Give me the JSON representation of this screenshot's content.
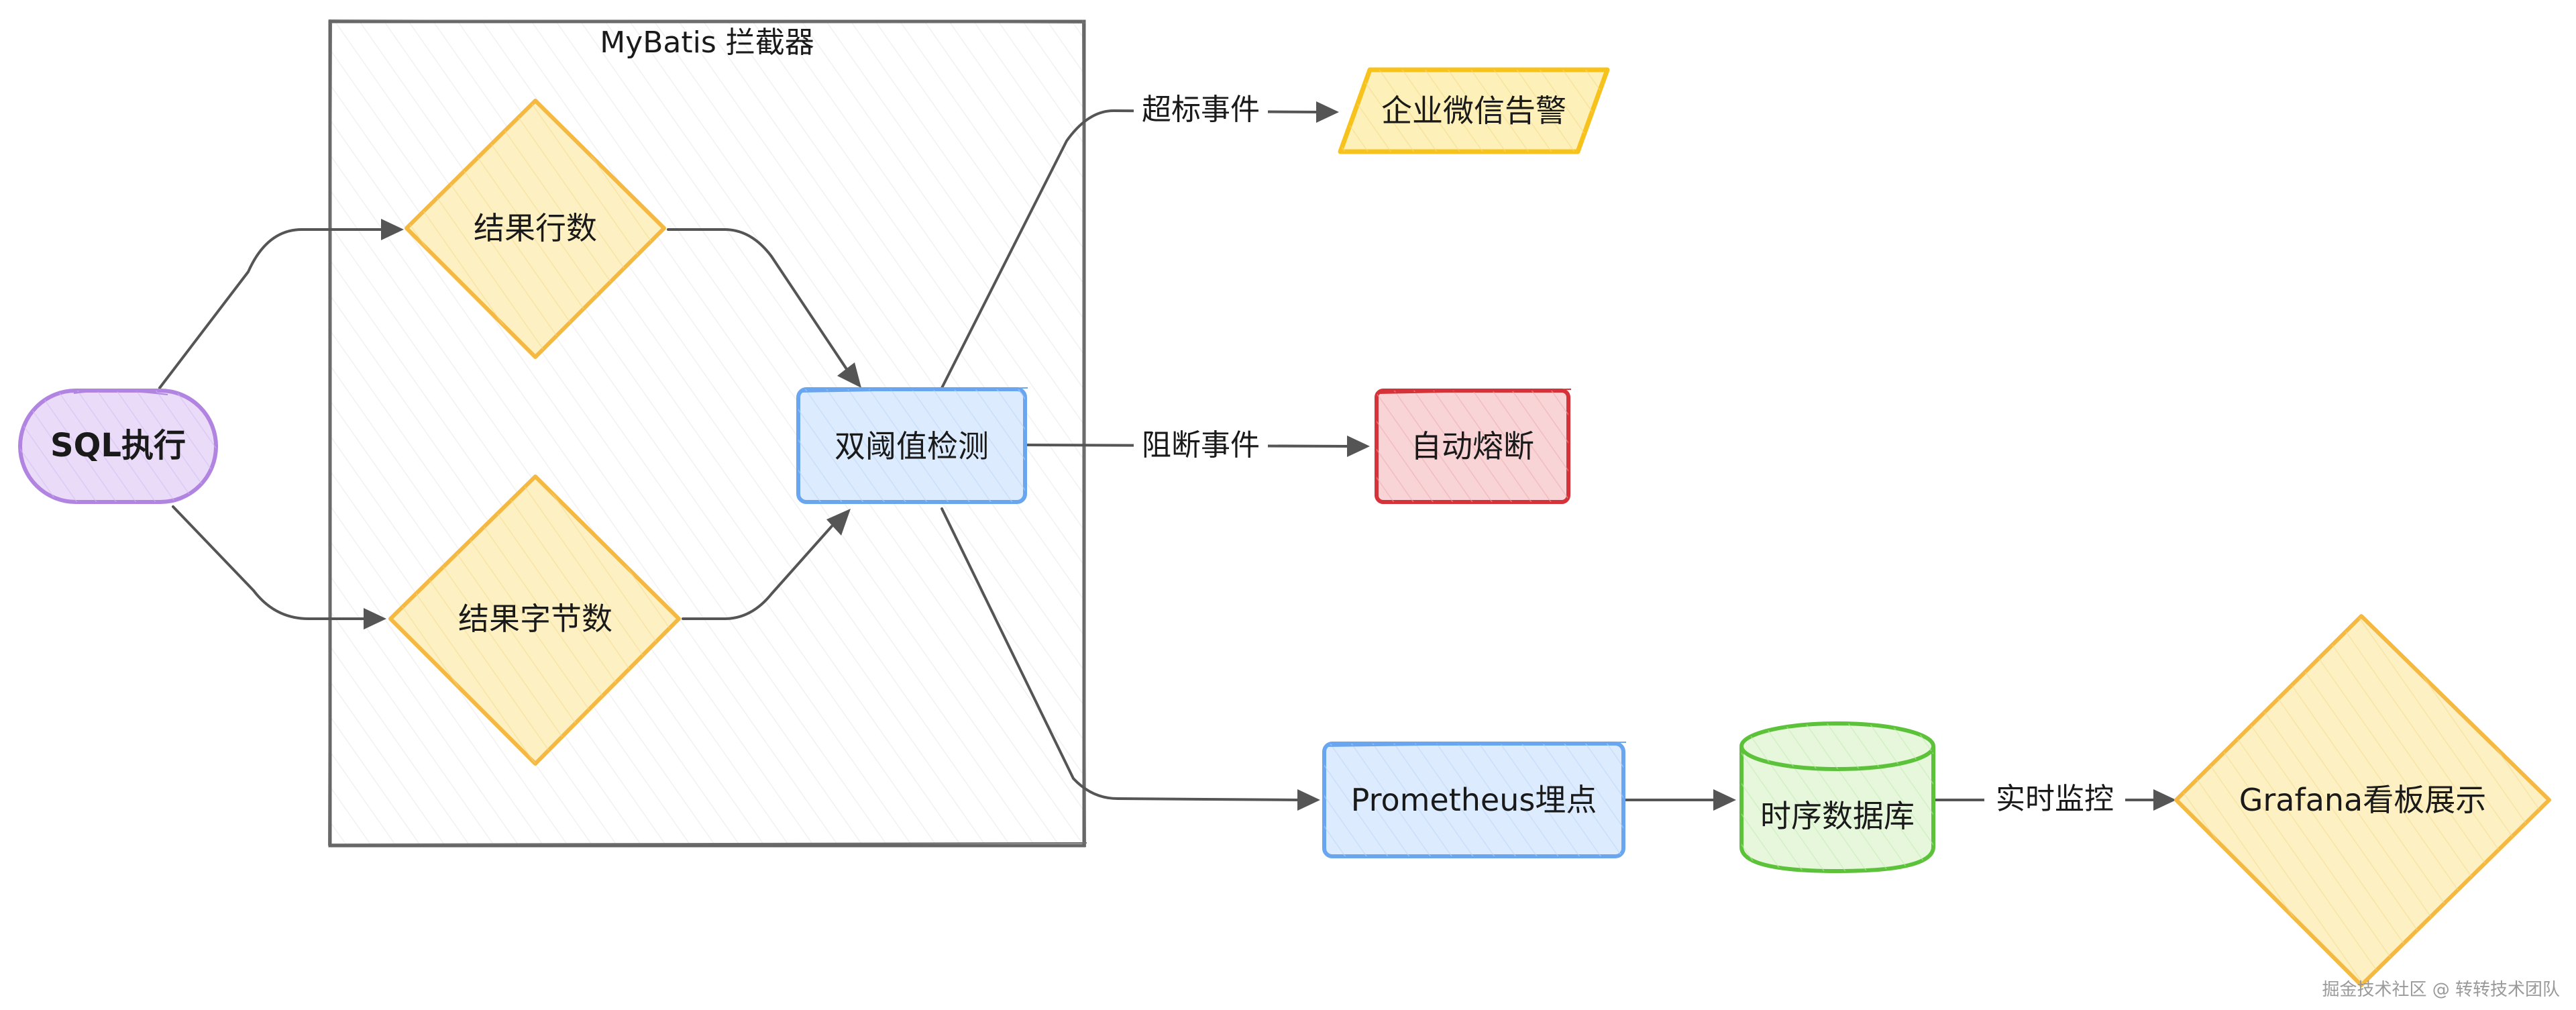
{
  "group": {
    "title": "MyBatis 拦截器"
  },
  "nodes": {
    "sql_exec": {
      "label": "SQL执行"
    },
    "result_rows": {
      "label": "结果行数"
    },
    "result_bytes": {
      "label": "结果字节数"
    },
    "dual_threshold": {
      "label": "双阈值检测"
    },
    "wecom_alert": {
      "label": "企业微信告警"
    },
    "auto_fuse": {
      "label": "自动熔断"
    },
    "prometheus": {
      "label": "Prometheus埋点"
    },
    "tsdb": {
      "label": "时序数据库"
    },
    "grafana": {
      "label": "Grafana看板展示"
    }
  },
  "edges": {
    "exceed_event": {
      "label": "超标事件"
    },
    "block_event": {
      "label": "阻断事件"
    },
    "realtime_monitor": {
      "label": "实时监控"
    }
  },
  "watermark": "掘金技术社区 @ 转转技术团队",
  "colors": {
    "terminal_stroke": "#b084e0",
    "terminal_fill": "#eadcf8",
    "diamond_stroke": "#f5b942",
    "diamond_fill": "#fdf1c4",
    "process_stroke": "#6aa6f0",
    "process_fill": "#dcebfd",
    "alert_stroke": "#f7c21b",
    "alert_fill": "#fdf0b8",
    "fuse_stroke": "#d6323a",
    "fuse_fill": "#f8d4d6",
    "db_stroke": "#5cc23a",
    "db_fill": "#e6f7dc"
  }
}
